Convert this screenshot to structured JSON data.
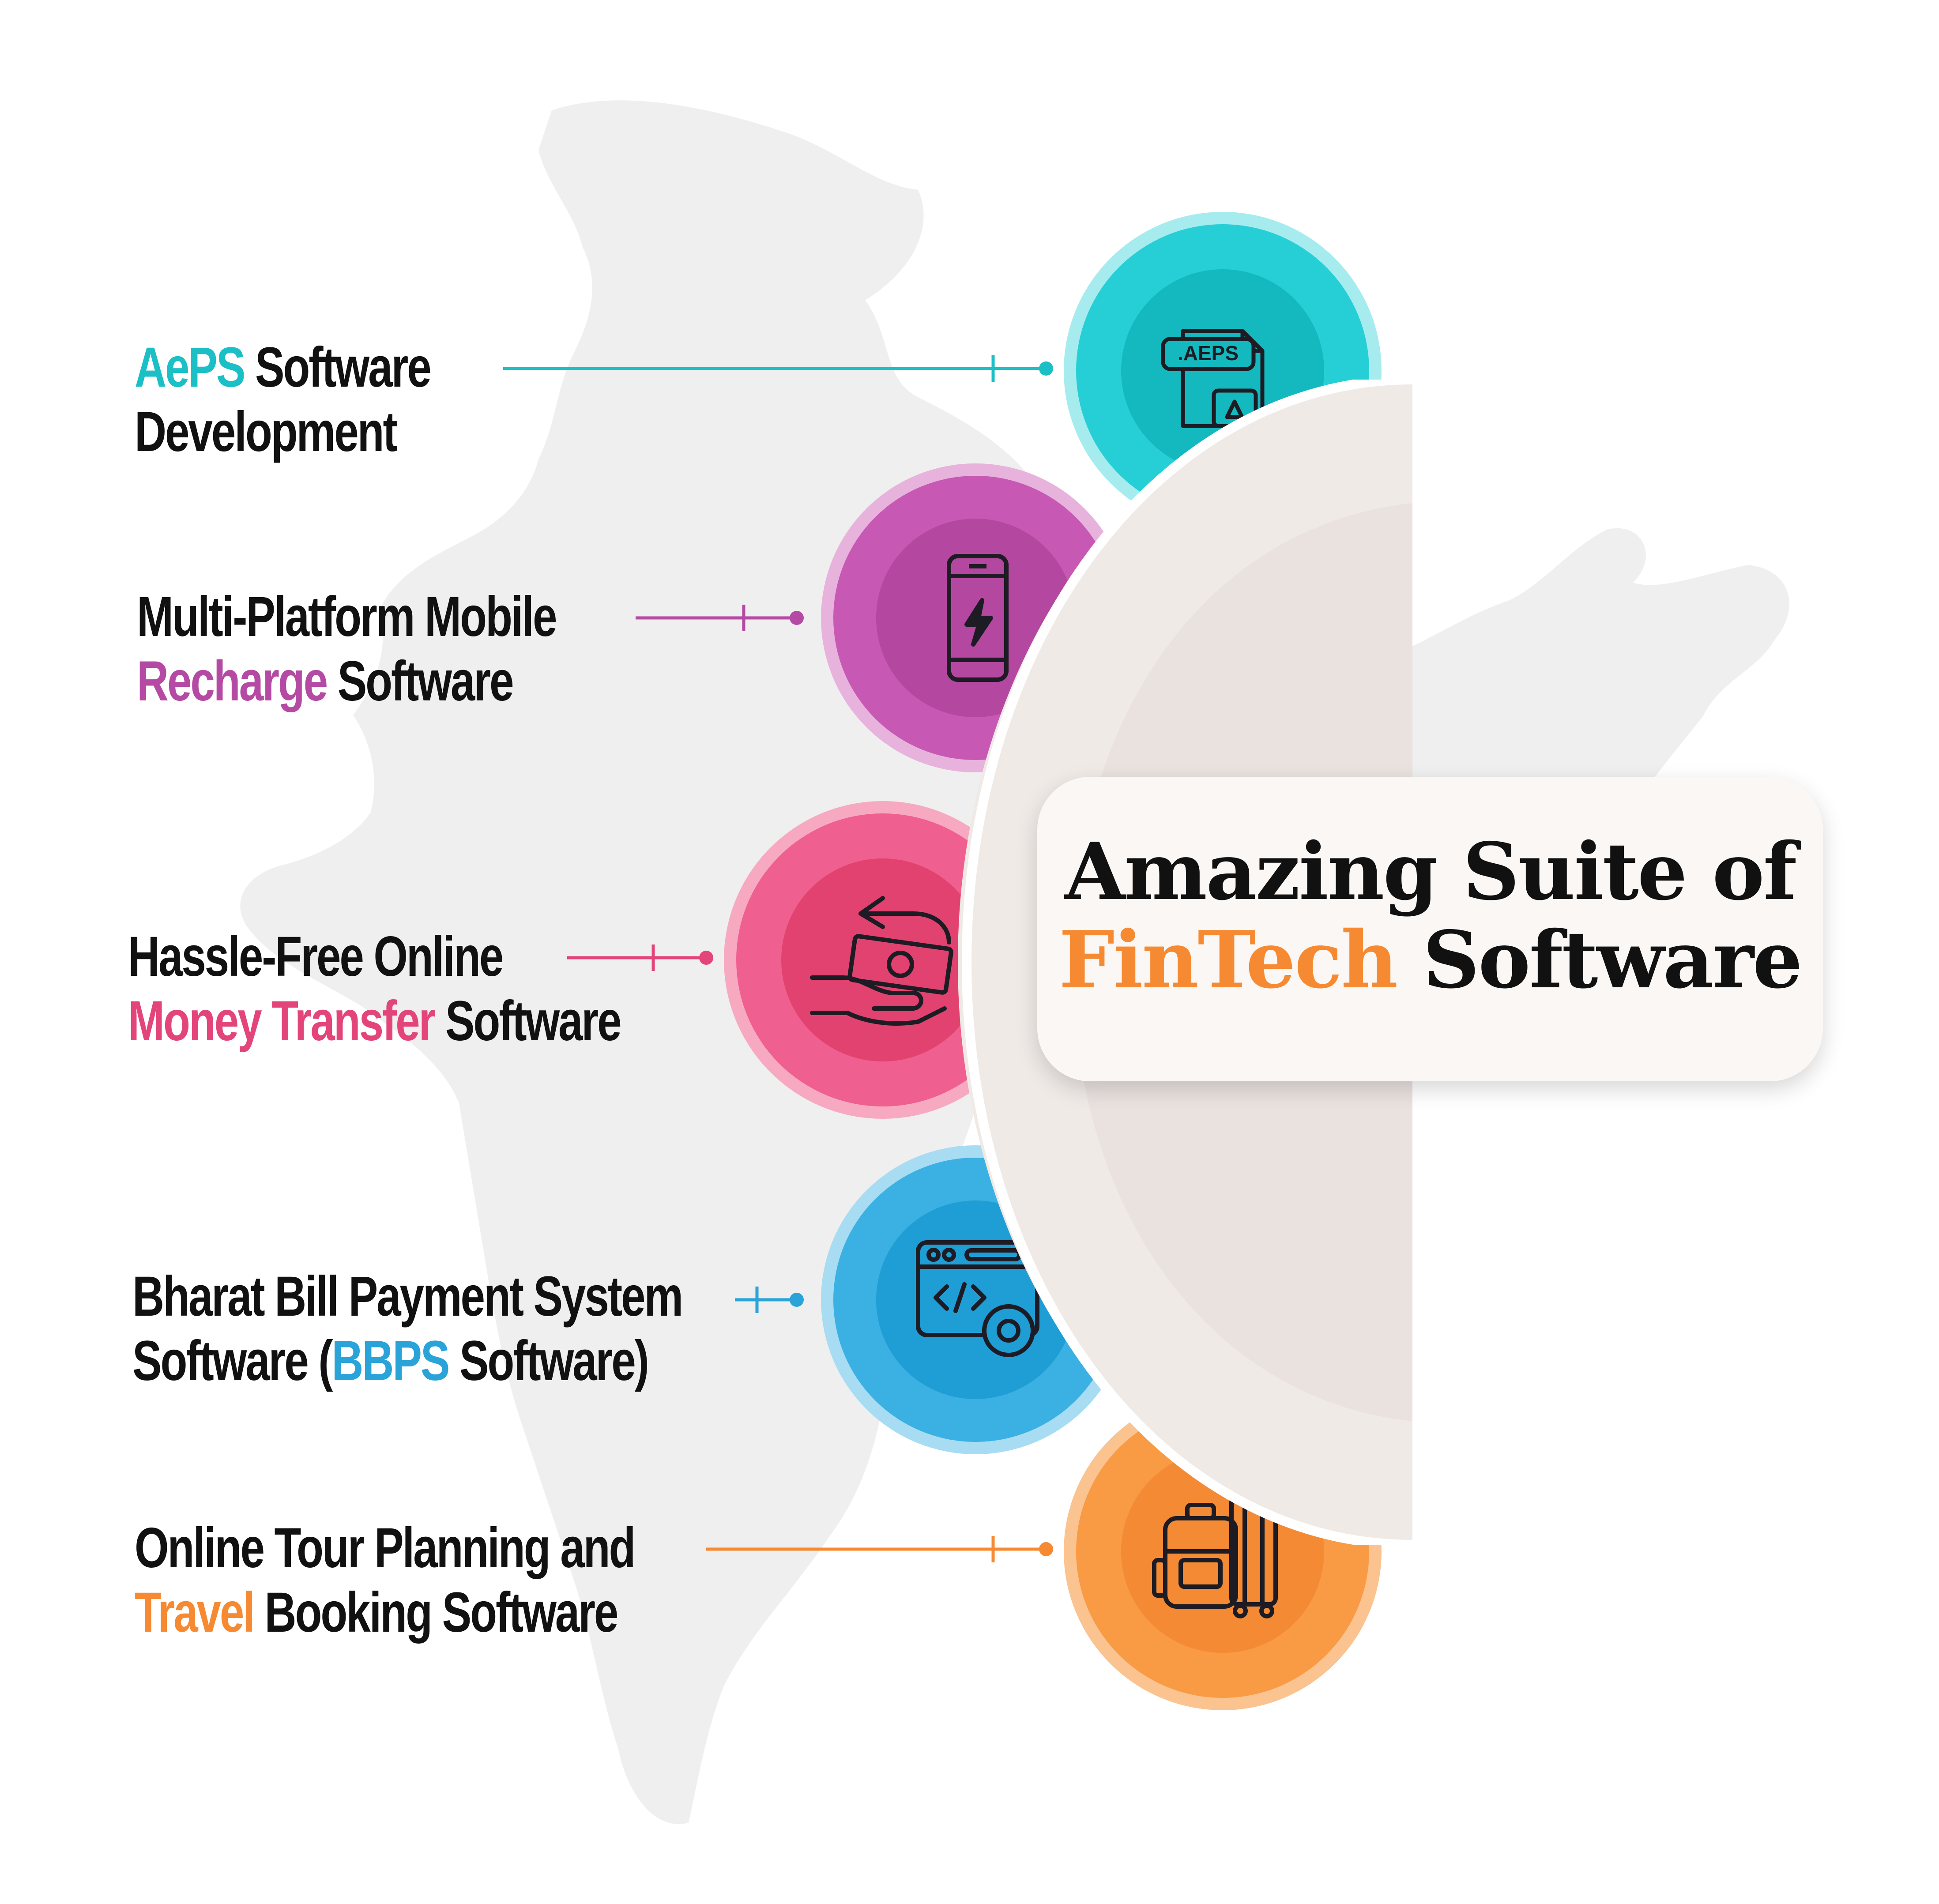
{
  "colors": {
    "teal": "#1bbfc6",
    "purple": "#b44aa3",
    "pink": "#e3457a",
    "blue": "#2aa3d9",
    "orange": "#f58a32",
    "text": "#111111",
    "map": "#efefef",
    "disc": "#fbf6f3"
  },
  "title": {
    "line1": "Amazing Suite of",
    "highlight": "FinTech",
    "rest": " Software"
  },
  "features": [
    {
      "id": "aeps",
      "line1_highlight": "AePS",
      "line1_rest": " Software",
      "line2_pre": "",
      "line2_highlight": "",
      "line2_rest": "Development",
      "icon": "aeps-document-icon",
      "icon_label": ".AEPS"
    },
    {
      "id": "recharge",
      "line1_highlight": "",
      "line1_rest": "Multi-Platform Mobile",
      "line2_pre": "",
      "line2_highlight": "Recharge",
      "line2_rest": " Software",
      "icon": "smartphone-charging-icon"
    },
    {
      "id": "money-transfer",
      "line1_highlight": "",
      "line1_rest": "Hassle-Free Online",
      "line2_pre": "",
      "line2_highlight": "Money Transfer",
      "line2_rest": " Software",
      "icon": "hand-cash-icon"
    },
    {
      "id": "bbps",
      "line1_highlight": "",
      "line1_rest": "Bharat Bill Payment System",
      "line2_pre": "Software (",
      "line2_highlight": "BBPS",
      "line2_rest": " Software)",
      "icon": "code-window-gear-icon"
    },
    {
      "id": "travel",
      "line1_highlight": "",
      "line1_rest": "Online Tour Planning and",
      "line2_pre": "",
      "line2_highlight": "Travel",
      "line2_rest": " Booking Software",
      "icon": "luggage-icon"
    }
  ]
}
